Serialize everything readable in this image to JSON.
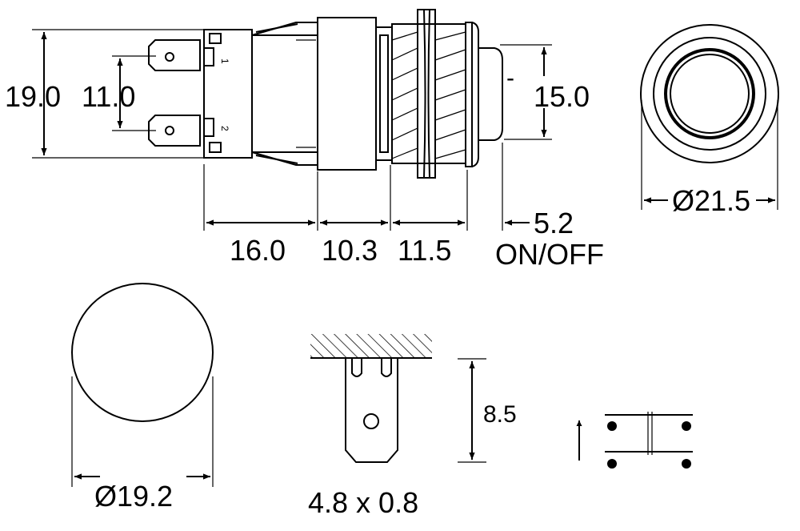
{
  "dimensions": {
    "overall_height": "19.0",
    "terminal_pitch": "11.0",
    "button_height": "15.0",
    "bezel_diameter": "Ø21.5",
    "terminal_length": "16.0",
    "body_length": "10.3",
    "thread_length": "11.5",
    "travel": "5.2",
    "cutout_diameter": "Ø19.2",
    "tab_length": "8.5",
    "tab_size": "4.8 x 0.8"
  },
  "labels": {
    "function": "ON/OFF",
    "terminal_1": "1",
    "terminal_2": "2",
    "travel_marker": "-"
  }
}
